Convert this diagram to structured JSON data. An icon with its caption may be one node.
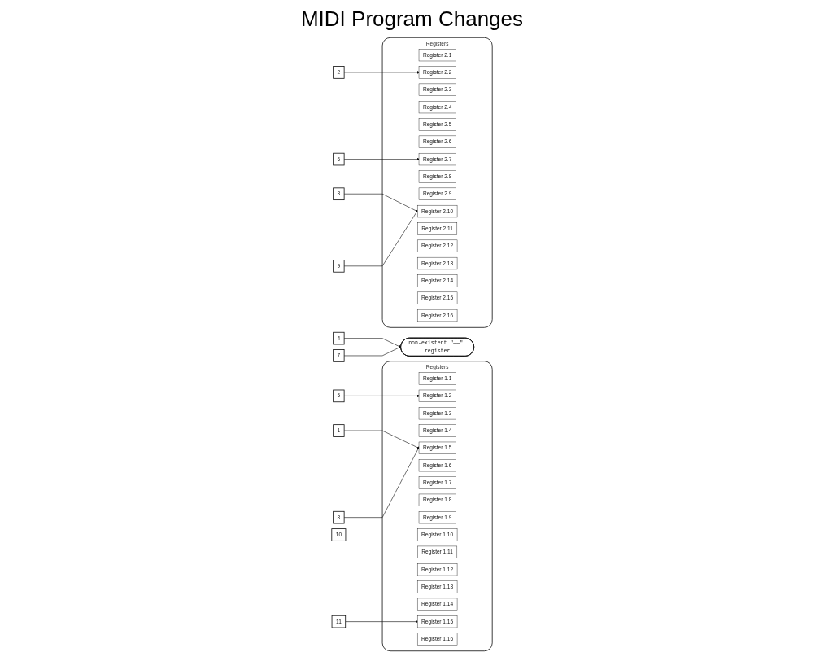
{
  "diagram": {
    "title": "MIDI Program Changes",
    "nodes": [
      {
        "text": [
          "Registers"
        ]
      },
      {
        "text": [
          "Register 1.1"
        ],
        "in": 0
      },
      {
        "text": [
          "Register 1.2"
        ],
        "in": 0
      },
      {
        "text": [
          "Register 1.3"
        ],
        "in": 0
      },
      {
        "text": [
          "Register 1.4"
        ],
        "in": 0
      },
      {
        "text": [
          "Register 1.5"
        ],
        "in": 0
      },
      {
        "text": [
          "Register 1.6"
        ],
        "in": 0
      },
      {
        "text": [
          "Register 1.7"
        ],
        "in": 0
      },
      {
        "text": [
          "Register 1.8"
        ],
        "in": 0
      },
      {
        "text": [
          "Register 1.9"
        ],
        "in": 0
      },
      {
        "text": [
          "Register 1.10"
        ],
        "in": 0
      },
      {
        "text": [
          "Register 1.11"
        ],
        "in": 0
      },
      {
        "text": [
          "Register 1.12"
        ],
        "in": 0
      },
      {
        "text": [
          "Register 1.13"
        ],
        "in": 0
      },
      {
        "text": [
          "Register 1.14"
        ],
        "in": 0
      },
      {
        "text": [
          "Register 1.15"
        ],
        "in": 0
      },
      {
        "text": [
          "Register 1.16"
        ],
        "in": 0
      },
      {
        "text": [
          "1"
        ]
      },
      {
        "text": [
          "2"
        ]
      },
      {
        "text": [
          "3"
        ]
      },
      {
        "text": [
          "4"
        ]
      },
      {
        "text": [
          "5"
        ]
      },
      {
        "text": [
          "6"
        ]
      },
      {
        "text": [
          "7"
        ]
      },
      {
        "text": [
          "8"
        ]
      },
      {
        "text": [
          "9"
        ]
      },
      {
        "text": [
          "10"
        ]
      },
      {
        "text": [
          "11"
        ]
      },
      {
        "text": [
          "Registers"
        ]
      },
      {
        "text": [
          "Register 2.1"
        ],
        "in": 28
      },
      {
        "text": [
          "Register 2.2"
        ],
        "in": 28
      },
      {
        "text": [
          "Register 2.3"
        ],
        "in": 28
      },
      {
        "text": [
          "Register 2.4"
        ],
        "in": 28
      },
      {
        "text": [
          "Register 2.5"
        ],
        "in": 28
      },
      {
        "text": [
          "Register 2.6"
        ],
        "in": 28
      },
      {
        "text": [
          "Register 2.7"
        ],
        "in": 28
      },
      {
        "text": [
          "Register 2.8"
        ],
        "in": 28
      },
      {
        "text": [
          "Register 2.9"
        ],
        "in": 28
      },
      {
        "text": [
          "Register 2.10"
        ],
        "in": 28
      },
      {
        "text": [
          "Register 2.11"
        ],
        "in": 28
      },
      {
        "text": [
          "Register 2.12"
        ],
        "in": 28
      },
      {
        "text": [
          "Register 2.13"
        ],
        "in": 28
      },
      {
        "text": [
          "Register 2.14"
        ],
        "in": 28
      },
      {
        "text": [
          "Register 2.15"
        ],
        "in": 28
      },
      {
        "text": [
          "Register 2.16"
        ],
        "in": 28
      },
      {
        "text": [
          "non-existent \"——\" register"
        ]
      }
    ],
    "edges": [
      {
        "from": 17,
        "to": 5,
        "arrow": "to"
      },
      {
        "from": 18,
        "to": 30,
        "arrow": "to"
      },
      {
        "from": 19,
        "to": 38,
        "arrow": "to"
      },
      {
        "from": 20,
        "to": 45,
        "arrow": "to"
      },
      {
        "from": 21,
        "to": 2,
        "arrow": "to"
      },
      {
        "from": 22,
        "to": 35,
        "arrow": "to"
      },
      {
        "from": 23,
        "to": 45,
        "arrow": "to"
      },
      {
        "from": 24,
        "to": 5,
        "arrow": "to"
      },
      {
        "from": 25,
        "to": 38,
        "arrow": "to"
      },
      {
        "from": 27,
        "to": 15,
        "arrow": "to"
      }
    ]
  }
}
